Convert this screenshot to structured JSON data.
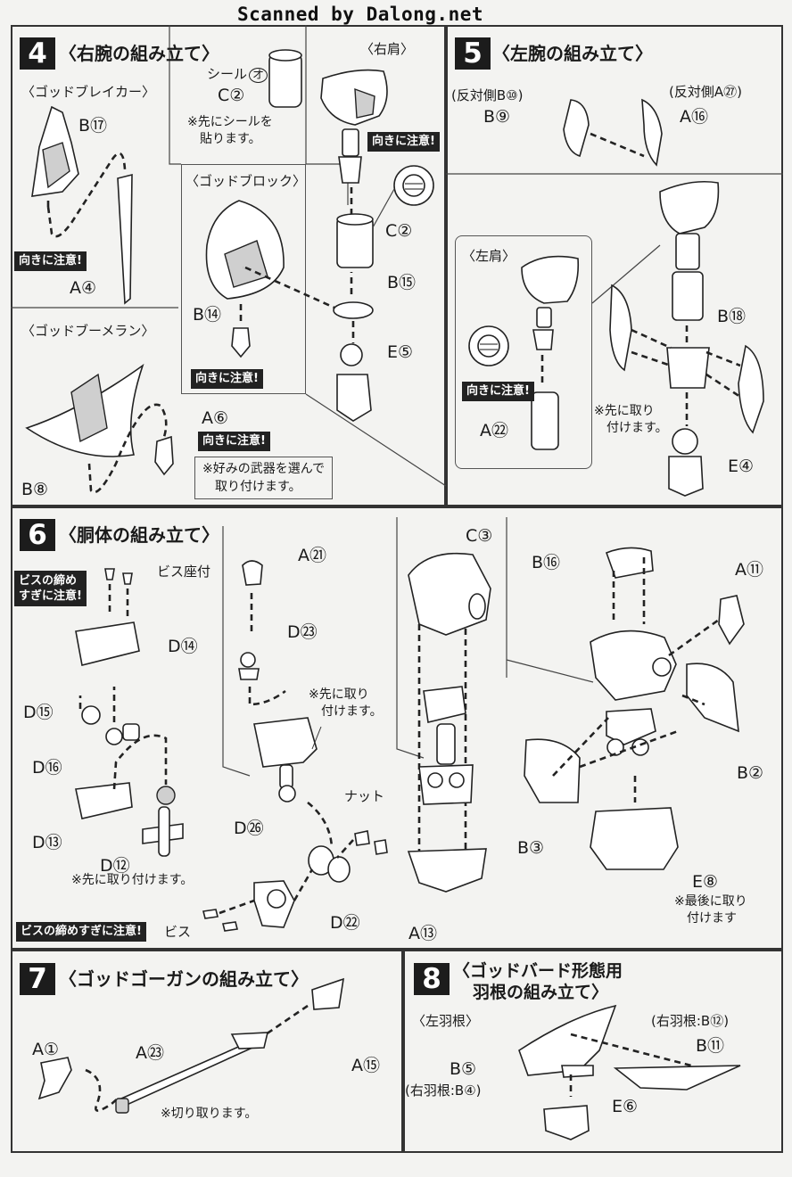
{
  "watermark": "Scanned by Dalong.net",
  "s4": {
    "num": "4",
    "title": "〈右腕の組み立て〉",
    "seal_label": "シール",
    "seal_id": "オ",
    "C2": "C②",
    "note_seal": [
      "※先にシールを",
      "貼ります。"
    ],
    "right_shoulder": "〈右肩〉",
    "warn_dir": "向きに注意!",
    "god_breaker": "〈ゴッドブレイカー〉",
    "B17": "B⑰",
    "A4": "A④",
    "god_block": "〈ゴッドブロック〉",
    "B14": "B⑭",
    "god_boomerang": "〈ゴッドブーメラン〉",
    "A6": "A⑥",
    "B8": "B⑧",
    "C2b": "C②",
    "B15": "B⑮",
    "E5": "E⑤",
    "note_weapon": [
      "※好みの武器を選んで",
      "取り付けます。"
    ]
  },
  "s5": {
    "num": "5",
    "title": "〈左腕の組み立て〉",
    "opp_B10": "(反対側B⑩)",
    "B9": "B⑨",
    "opp_A27": "(反対側A㉗)",
    "A16": "A⑯",
    "left_shoulder": "〈左肩〉",
    "warn_dir": "向きに注意!",
    "A22": "A㉒",
    "B18": "B⑱",
    "note_first": [
      "※先に取り",
      "付けます。"
    ],
    "E4": "E④"
  },
  "s6": {
    "num": "6",
    "title": "〈胴体の組み立て〉",
    "warn_screw": [
      "ビスの締め",
      "すぎに注意!"
    ],
    "screw_seat": "ビス座付",
    "D14": "D⑭",
    "D15": "D⑮",
    "D16": "D⑯",
    "D13": "D⑬",
    "D12": "D⑫",
    "note_first_1": "※先に取り付けます。",
    "A21": "A㉑",
    "D23": "D㉓",
    "note_first_2": [
      "※先に取り",
      "付けます。"
    ],
    "nut": "ナット",
    "D26": "D㉖",
    "D22": "D㉒",
    "warn_screw2": "ビスの締めすぎに注意!",
    "screw": "ビス",
    "C3": "C③",
    "A13": "A⑬",
    "B16": "B⑯",
    "A11": "A⑪",
    "B2": "B②",
    "B3": "B③",
    "E8": "E⑧",
    "note_last": [
      "※最後に取り",
      "付けます"
    ]
  },
  "s7": {
    "num": "7",
    "title": "〈ゴッドゴーガンの組み立て〉",
    "A1": "A①",
    "A23": "A㉓",
    "A15": "A⑮",
    "note_cut": "※切り取ります。"
  },
  "s8": {
    "num": "8",
    "title_1": "〈ゴッドバード形態用",
    "title_2": "羽根の組み立て〉",
    "left_wing": "〈左羽根〉",
    "right_wing": "(右羽根:B⑫)",
    "B11": "B⑪",
    "B5": "B⑤",
    "right_wing_b4": "(右羽根:B④)",
    "E6": "E⑥"
  }
}
